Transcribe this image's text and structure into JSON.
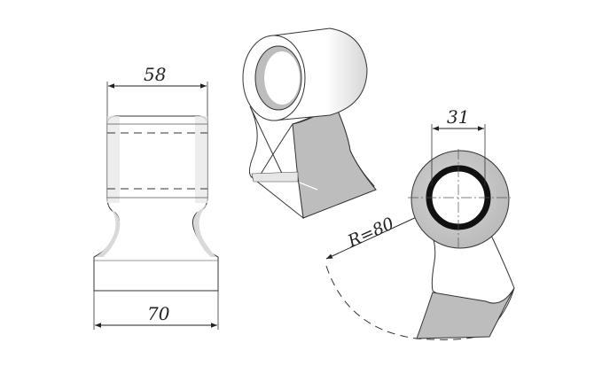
{
  "dimensions": {
    "top_width": "58",
    "bottom_width": "70",
    "hole_diameter": "31",
    "radius": "R=80"
  },
  "colors": {
    "outline": "#3a3a3a",
    "body_fill": "#ffffff",
    "shadow_fill": "#cfcfcf",
    "blade_face": "#bdbdbd",
    "ring": "#111111"
  }
}
